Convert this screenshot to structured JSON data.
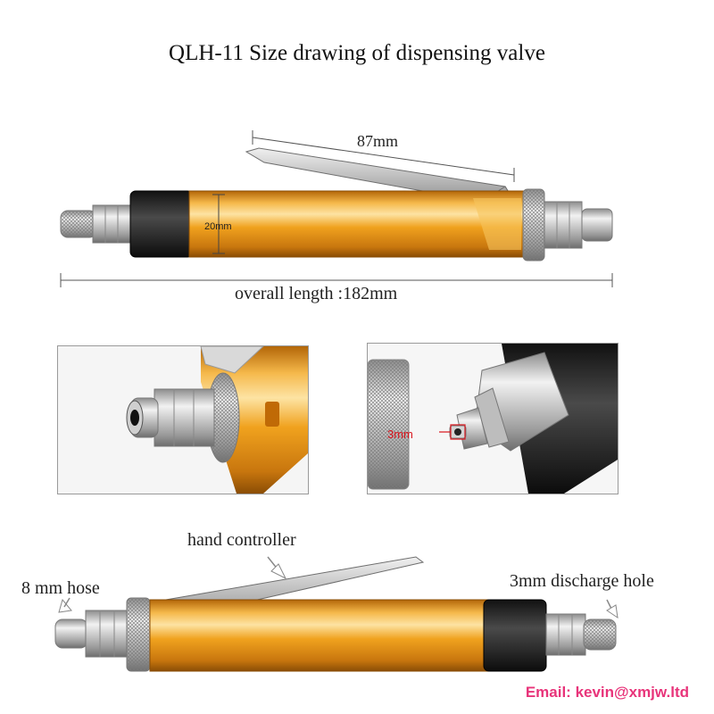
{
  "title": "QLH-11 Size drawing of dispensing valve",
  "dimensions": {
    "lever_length": "87mm",
    "body_diameter": "20mm",
    "overall_length": "overall length :182mm",
    "outlet_diameter": "3mm"
  },
  "labels": {
    "hand_controller": "hand controller",
    "hose": "8 mm hose",
    "discharge_hole": "3mm discharge hole"
  },
  "contact": {
    "email": "Email: kevin@xmjw.ltd"
  },
  "colors": {
    "body_orange": "#f0a21e",
    "email_pink": "#e8347a",
    "highlight_red": "#d8141c"
  }
}
